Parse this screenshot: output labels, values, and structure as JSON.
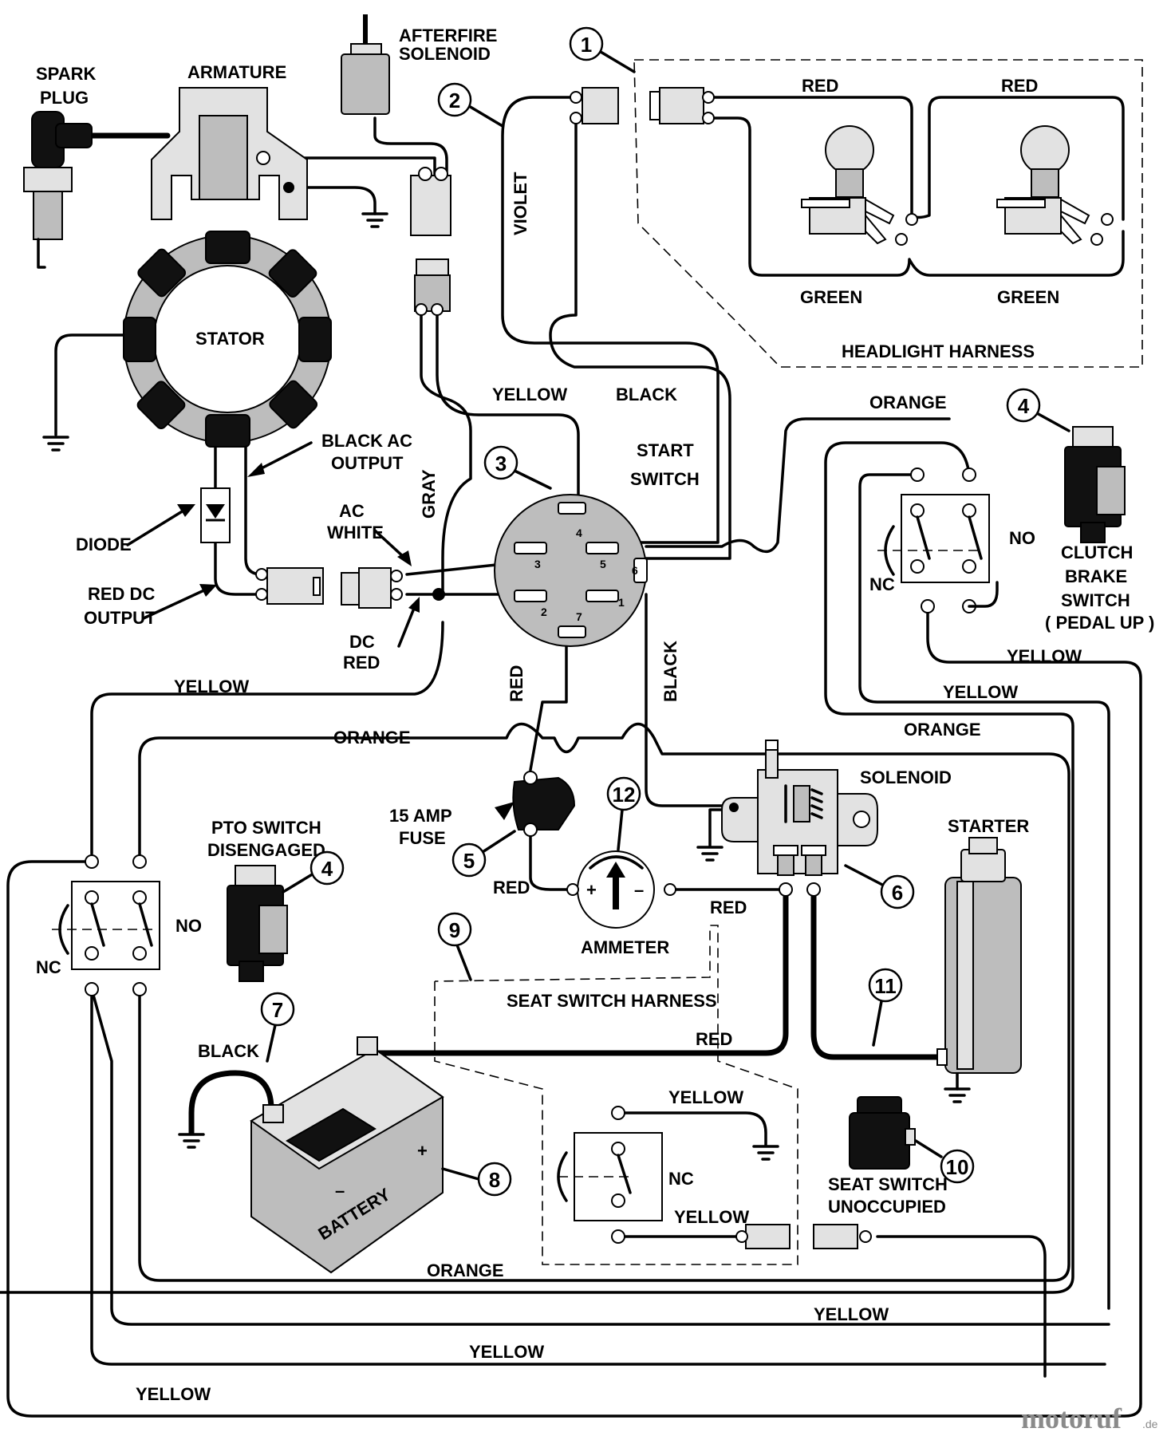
{
  "components": {
    "spark_plug": "SPARK\nPLUG",
    "armature": "ARMATURE",
    "afterfire_solenoid": "AFTERFIRE\nSOLENOID",
    "stator": "STATOR",
    "black_ac_output": "BLACK AC\nOUTPUT",
    "diode": "DIODE",
    "red_dc_output": "RED DC\nOUTPUT",
    "ac_white": "AC\nWHITE",
    "dc_red": "DC\nRED",
    "start_switch": "START\nSWITCH",
    "headlight_harness": "HEADLIGHT HARNESS",
    "clutch_brake_switch": "CLUTCH\nBRAKE\nSWITCH\n( PEDAL UP )",
    "pto_switch": "PTO SWITCH\nDISENGAGED",
    "fuse": "15 AMP\nFUSE",
    "ammeter": "AMMETER",
    "solenoid": "SOLENOID",
    "starter": "STARTER",
    "seat_switch_harness": "SEAT SWITCH HARNESS",
    "battery": "BATTERY",
    "seat_switch": "SEAT SWITCH\nUNOCCUPIED"
  },
  "switch_labels": {
    "no": "NO",
    "nc": "NC"
  },
  "start_switch_terminals": [
    "1",
    "2",
    "3",
    "4",
    "5",
    "6",
    "7"
  ],
  "wire_colors": {
    "red": "RED",
    "green": "GREEN",
    "violet": "VIOLET",
    "yellow": "YELLOW",
    "black": "BLACK",
    "orange": "ORANGE",
    "gray": "GRAY"
  },
  "callouts": [
    "1",
    "2",
    "3",
    "4",
    "4",
    "5",
    "6",
    "7",
    "8",
    "9",
    "10",
    "11",
    "12"
  ],
  "watermark": {
    "brand": "motoruf",
    "suffix": ".de"
  }
}
